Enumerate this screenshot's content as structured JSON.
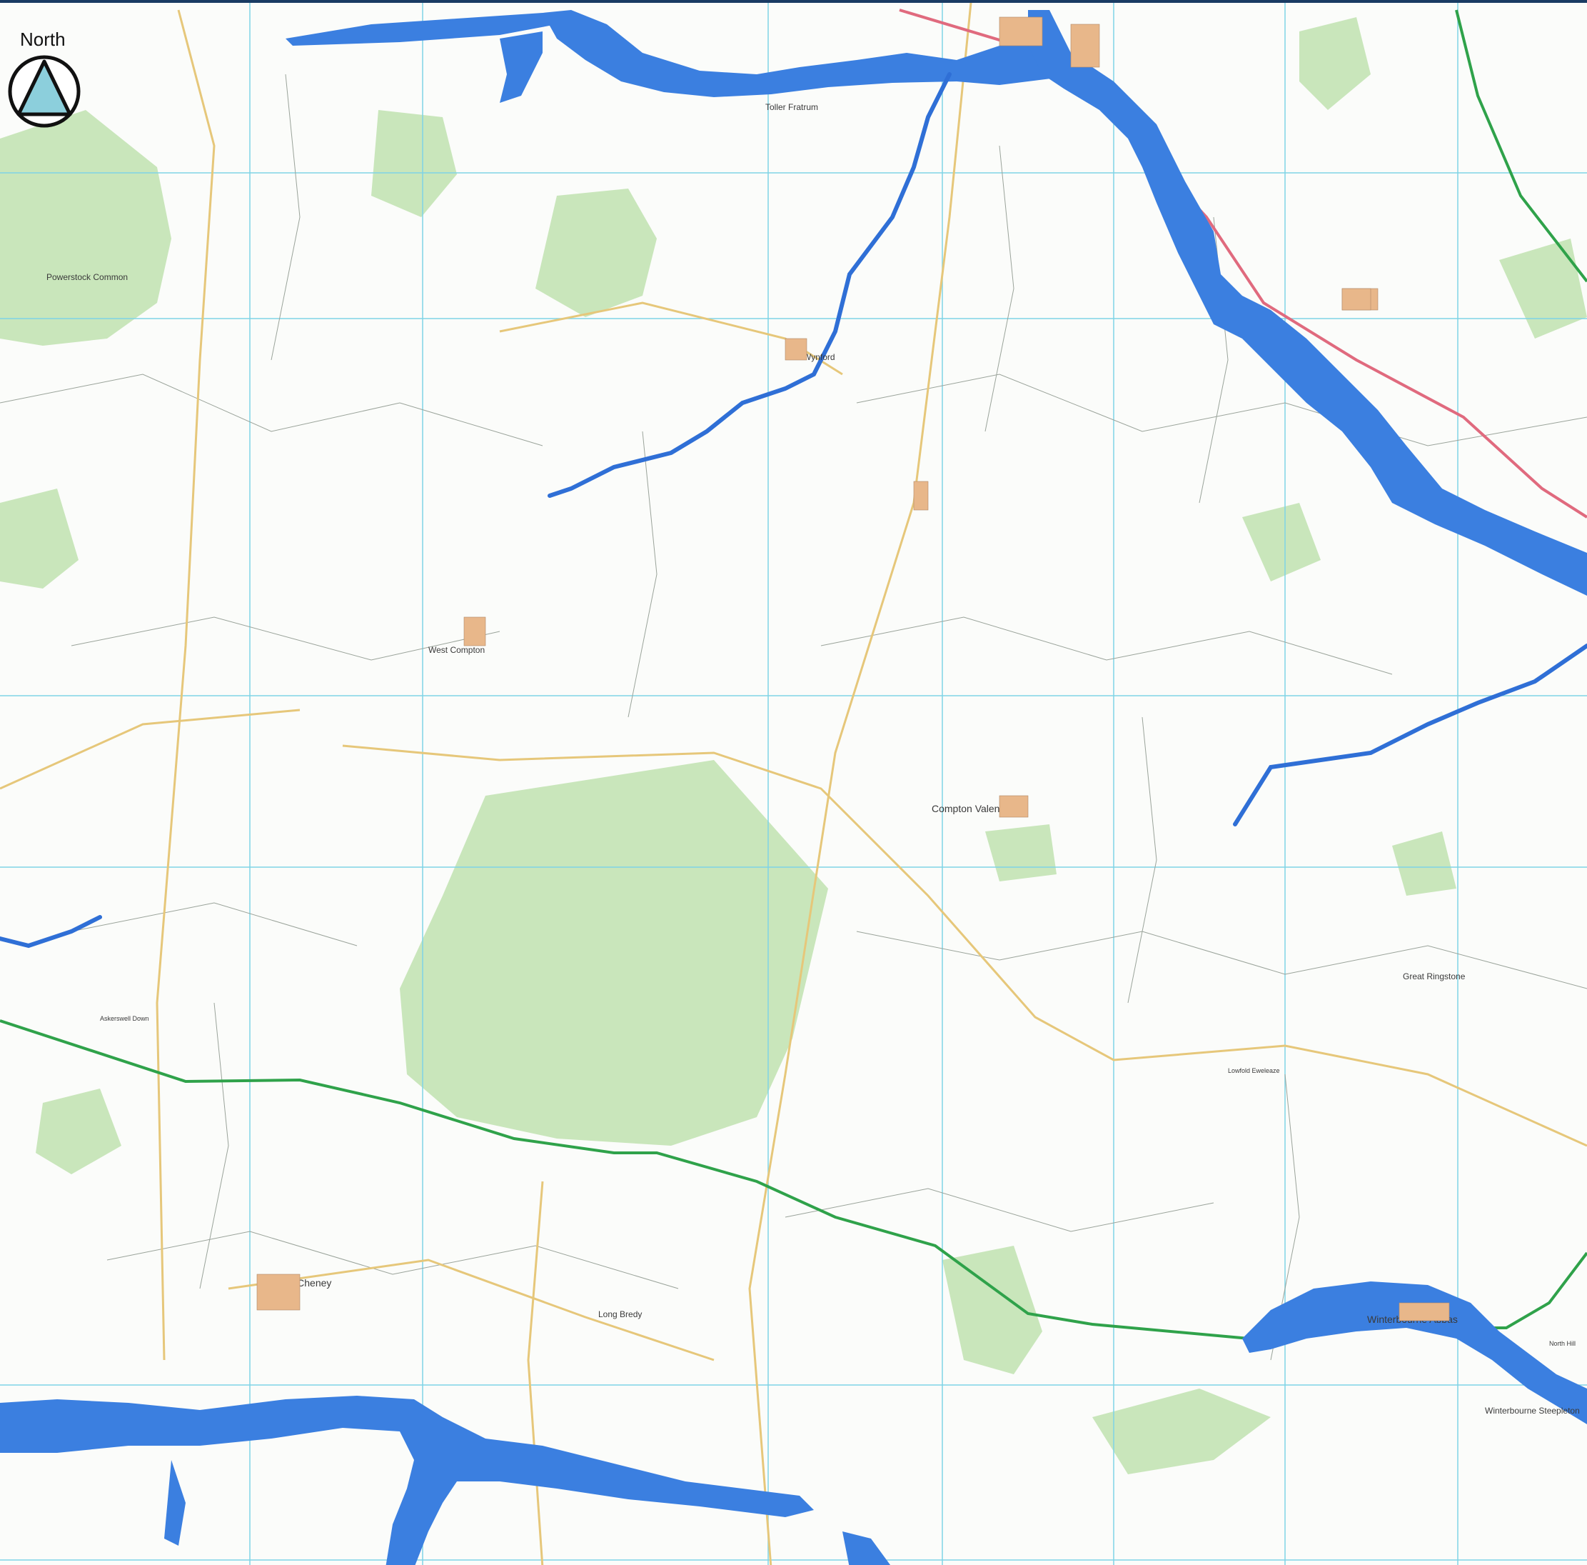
{
  "map": {
    "north_label": "North",
    "colors": {
      "background": "#fbfcfa",
      "woodland": "#c9e6bb",
      "woodland_light": "#d9efcd",
      "flood_water": "#3b7fe0",
      "river_line": "#2f6fd6",
      "grid": "#7fd3e6",
      "road_minor": "#e6c77a",
      "road_main": "#e06a7e",
      "boundary_green": "#2fa24a",
      "field_line": "#9aa39a",
      "north_fill": "#8ccfdc",
      "frame": "#1a3b63"
    },
    "place_names": {
      "powerstock_common": "Powerstock Common",
      "toller_fratrum": "Toller Fratrum",
      "wynford": "Wynford",
      "west_compton": "West Compton",
      "compton_valence": "Compton Valence",
      "litton_cheney": "Litton Cheney",
      "long_bredy": "Long Bredy",
      "winterbourne_abbas": "Winterbourne Abbas",
      "winterbourne_steepleton": "Winterbourne Steepleton",
      "great_ringstone": "Great Ringstone",
      "askerswell_down": "Askerswell Down",
      "north_hill": "North Hill",
      "loscombe_eweleaze": "Lowfold Eweleaze"
    }
  }
}
